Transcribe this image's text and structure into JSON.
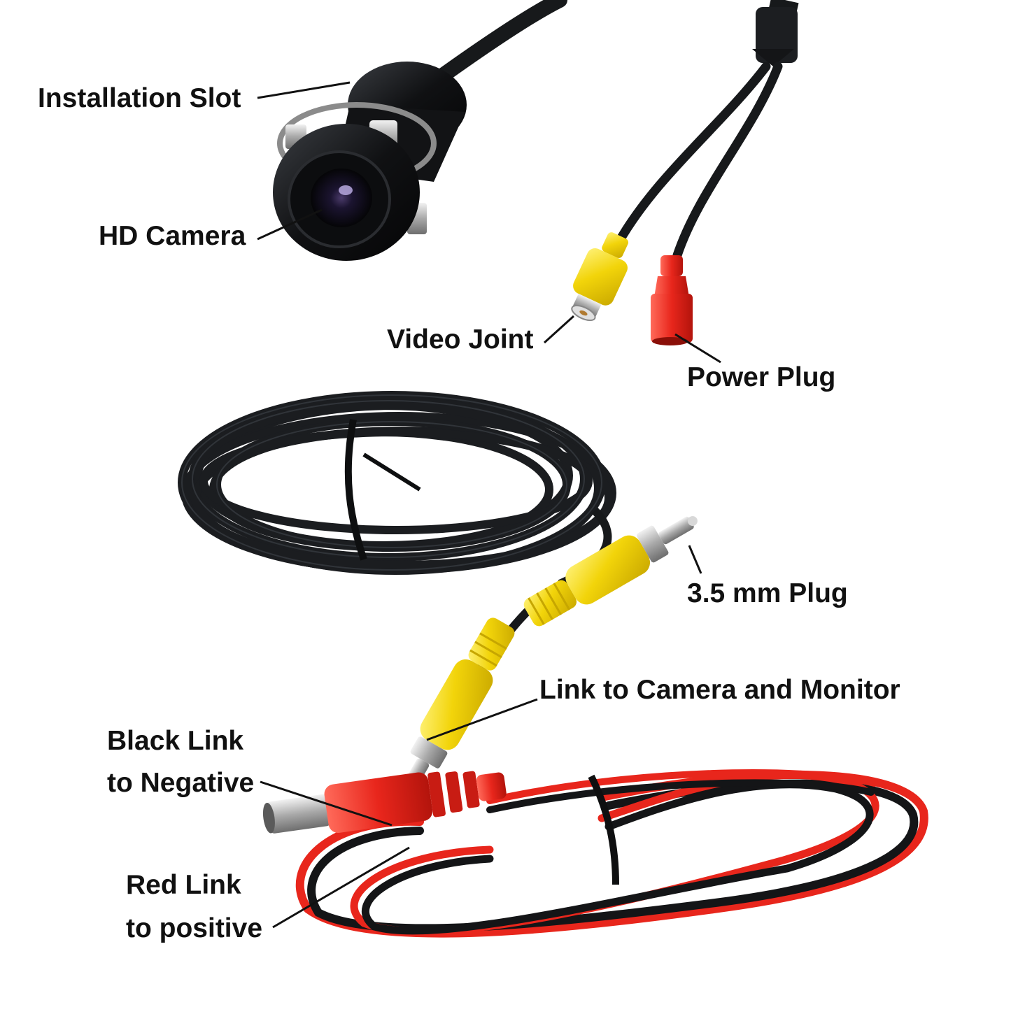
{
  "labels": {
    "installation_slot": "Installation Slot",
    "hd_camera": "HD Camera",
    "video_joint": "Video Joint",
    "power_plug": "Power Plug",
    "plug_3_5mm": "3.5 mm Plug",
    "link_camera_monitor": "Link to Camera and Monitor",
    "black_link_line1": "Black Link",
    "black_link_line2": "to Negative",
    "red_link_line1": "Red Link",
    "red_link_line2": "to positive"
  },
  "colors": {
    "background": "#ffffff",
    "text": "#111111",
    "cable_black": "#1a1c1e",
    "connector_yellow": "#f2d40a",
    "connector_red": "#e8261c",
    "metal": "#c9c9c9"
  }
}
